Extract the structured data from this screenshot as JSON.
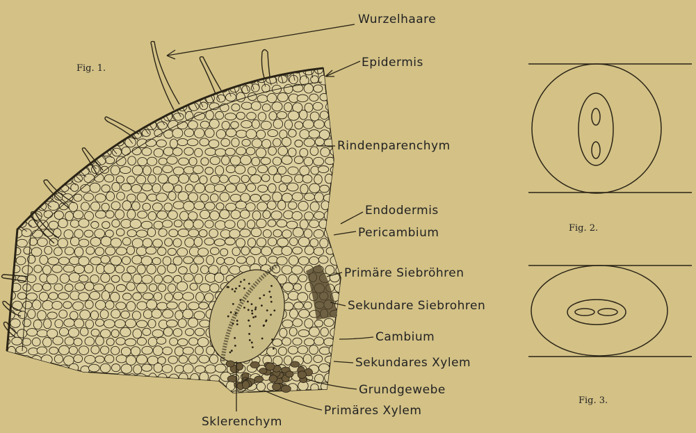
{
  "figure_labels": {
    "fig1": "Fig. 1.",
    "fig2": "Fig. 2.",
    "fig3": "Fig. 3."
  },
  "labels": {
    "wurzelhaare": "Wurzelhaare",
    "epidermis": "Epidermis",
    "rindenparenchym": "Rindenparenchym",
    "endodermis": "Endodermis",
    "pericambium": "Pericambium",
    "primaere_siebroehren": "Primäre Siebröhren",
    "sekundare_siebrohren": "Sekundare Siebrohren",
    "cambium": "Cambium",
    "sekundares_xylem": "Sekundares Xylem",
    "grundgewebe": "Grundgewebe",
    "primaeres_xylem": "Primäres Xylem",
    "sklerenchym": "Sklerenchym"
  },
  "colors": {
    "background": "#d3c186",
    "ink": "#2a2416",
    "cell_fill": "#ddd0a0",
    "shading": "#6a5a3a"
  }
}
